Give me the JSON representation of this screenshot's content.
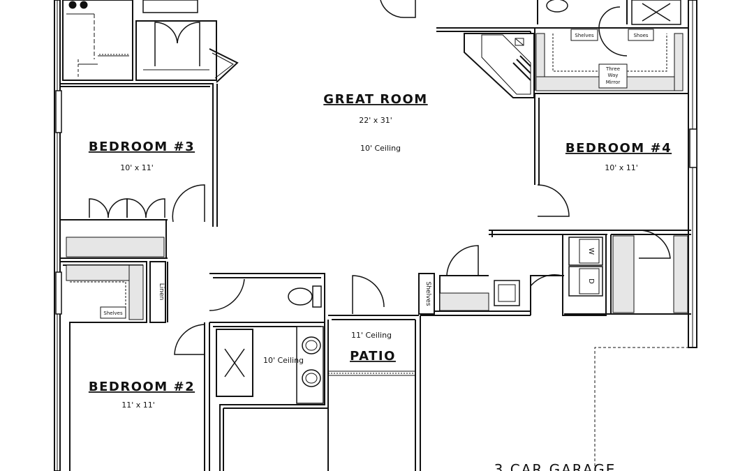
{
  "rooms": {
    "great_room": {
      "name": "GREAT ROOM",
      "size": "22' x 31'",
      "ceiling": "10' Ceiling"
    },
    "bedroom_3": {
      "name": "BEDROOM #3",
      "size": "10' x 11'"
    },
    "bedroom_4": {
      "name": "BEDROOM #4",
      "size": "10' x 11'"
    },
    "bedroom_2": {
      "name": "BEDROOM #2",
      "size": "11' x 11'"
    },
    "patio": {
      "name": "PATIO",
      "ceiling": "11' Ceiling"
    },
    "bath_2": {
      "ceiling": "10' Ceiling"
    },
    "garage": {
      "name": "3 CAR GARAGE"
    }
  },
  "labels": {
    "shelves_master": "Shelves",
    "shoes": "Shoes",
    "three": "Three",
    "way": "Way",
    "mirror": "Mirror",
    "linen": "Linen",
    "shelves_bed2": "Shelves",
    "shelves_hall": "Shelves",
    "washer": "W",
    "dryer": "D"
  },
  "colors": {
    "wall": "#111111",
    "fill_gray": "#e6e6e6",
    "background": "#ffffff"
  }
}
